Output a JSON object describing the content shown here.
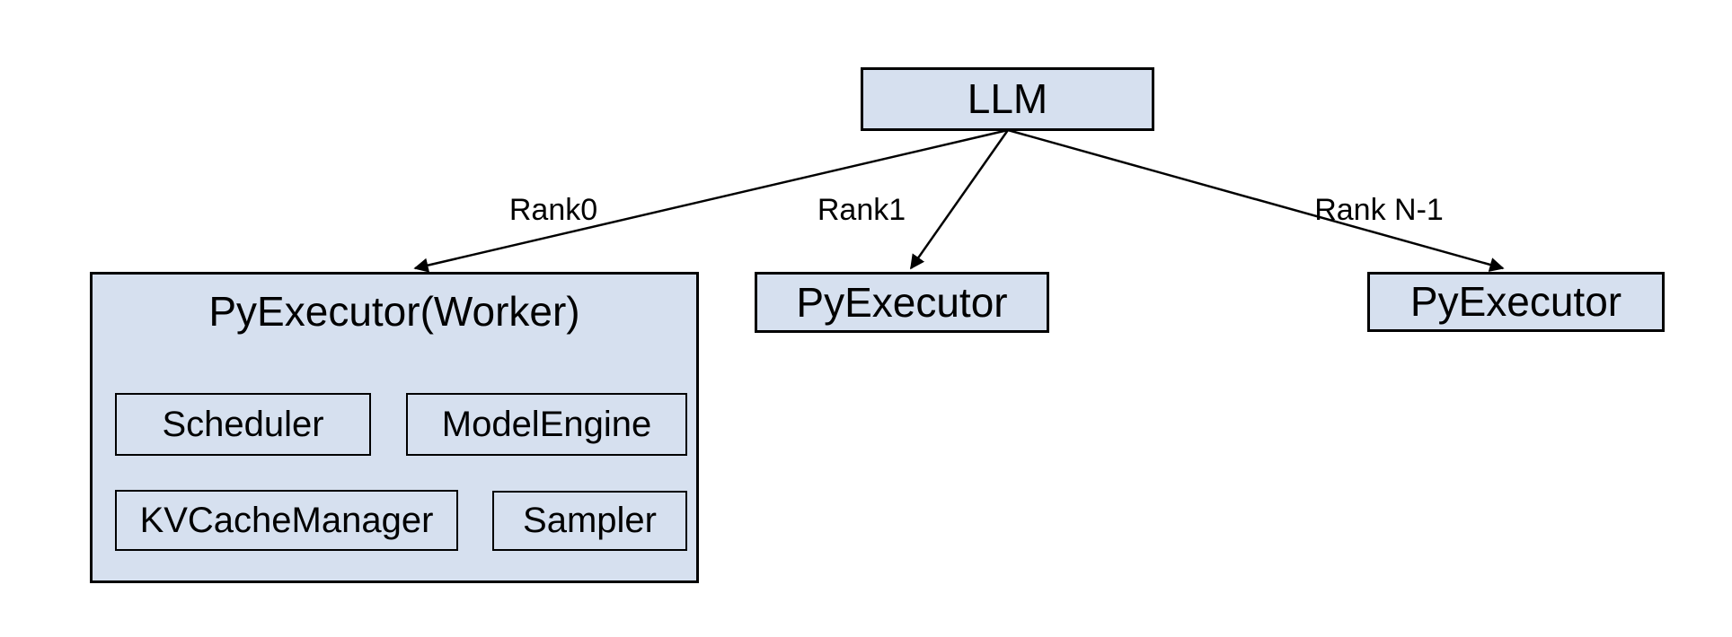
{
  "diagram": {
    "root": {
      "label": "LLM"
    },
    "edges": [
      {
        "label": "Rank0"
      },
      {
        "label": "Rank1"
      },
      {
        "label": "Rank N-1"
      }
    ],
    "workers": {
      "main": {
        "label": "PyExecutor(Worker)",
        "components": [
          "Scheduler",
          "ModelEngine",
          "KVCacheManager",
          "Sampler"
        ]
      },
      "rank1": {
        "label": "PyExecutor"
      },
      "rankN": {
        "label": "PyExecutor"
      }
    },
    "colors": {
      "box_fill": "#d6e0ef",
      "box_border": "#000000",
      "arrow": "#000000",
      "text": "#000000",
      "background": "#ffffff"
    }
  }
}
